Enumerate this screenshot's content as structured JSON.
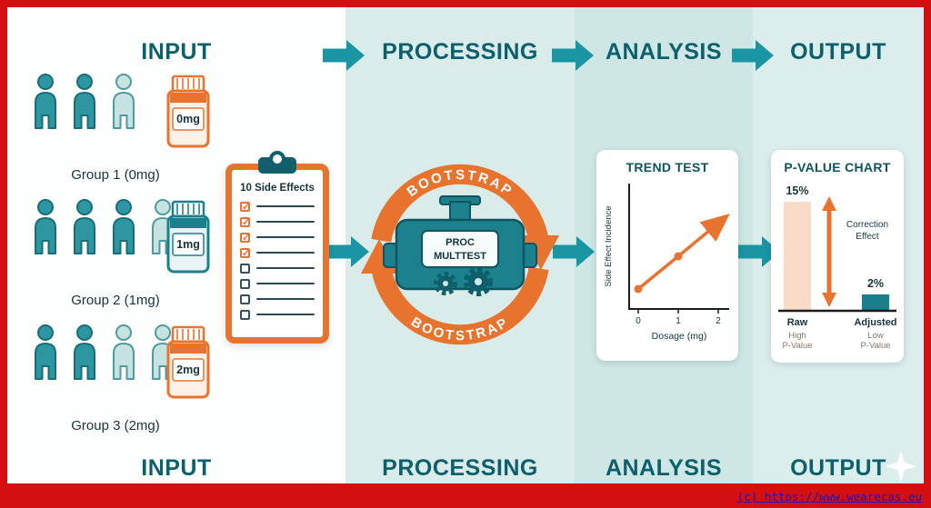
{
  "stages": [
    {
      "label": "INPUT"
    },
    {
      "label": "PROCESSING"
    },
    {
      "label": "ANALYSIS"
    },
    {
      "label": "OUTPUT"
    }
  ],
  "colors": {
    "teal_dark": "#0d5f6c",
    "teal_arrow": "#1995a3",
    "orange": "#e8732e",
    "bar_raw": "#f9dcc8",
    "bar_adjusted": "#1a7f8c"
  },
  "input": {
    "groups": [
      {
        "label": "Group 1 (0mg)",
        "bottle": "0mg",
        "bottle_color": "orange",
        "people": [
          "dark",
          "dark",
          "light"
        ]
      },
      {
        "label": "Group 2 (1mg)",
        "bottle": "1mg",
        "bottle_color": "teal",
        "people": [
          "dark",
          "dark",
          "dark",
          "light"
        ]
      },
      {
        "label": "Group 3 (2mg)",
        "bottle": "2mg",
        "bottle_color": "orange",
        "people": [
          "dark",
          "dark",
          "light",
          "light"
        ]
      }
    ]
  },
  "clipboard": {
    "title": "10 Side Effects",
    "items": [
      {
        "checked": true
      },
      {
        "checked": true
      },
      {
        "checked": true
      },
      {
        "checked": true
      },
      {
        "checked": false
      },
      {
        "checked": false
      },
      {
        "checked": false
      },
      {
        "checked": false
      }
    ]
  },
  "processing": {
    "bootstrap_top": "BOOTSTRAP",
    "bootstrap_bottom": "BOOTSTRAP",
    "engine_line1": "PROC",
    "engine_line2": "MULTTEST"
  },
  "analysis": {
    "title": "TREND TEST",
    "chart_data": {
      "type": "line",
      "x": [
        0,
        1,
        2
      ],
      "values": [
        1,
        2,
        3
      ],
      "xlabel": "Dosage (mg)",
      "ylabel": "Side Effect Incidence",
      "grid": false
    }
  },
  "output": {
    "title": "P-VALUE CHART",
    "annotation_line1": "Correction",
    "annotation_line2": "Effect",
    "chart_data": {
      "type": "bar",
      "categories": [
        "Raw",
        "Adjusted"
      ],
      "values": [
        15,
        2
      ],
      "ylim": [
        0,
        20
      ],
      "bars": [
        {
          "category": "Raw",
          "value_label": "15%",
          "sublabel_line1": "High",
          "sublabel_line2": "P-Value"
        },
        {
          "category": "Adjusted",
          "value_label": "2%",
          "sublabel_line1": "Low",
          "sublabel_line2": "P-Value"
        }
      ]
    }
  },
  "footer": {
    "copyright": "(c) https://www.wearecas.eu"
  }
}
